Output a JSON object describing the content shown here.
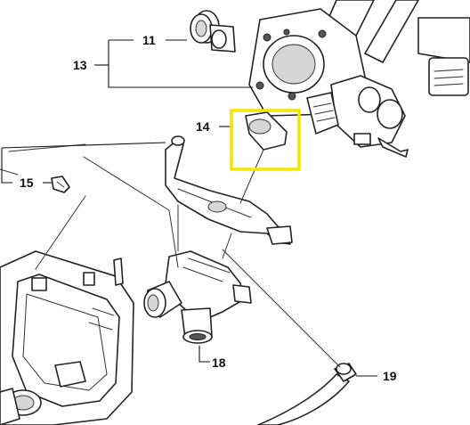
{
  "diagram": {
    "callouts": [
      {
        "id": "11",
        "label": "11"
      },
      {
        "id": "13",
        "label": "13"
      },
      {
        "id": "14",
        "label": "14"
      },
      {
        "id": "15",
        "label": "15"
      },
      {
        "id": "18",
        "label": "18"
      },
      {
        "id": "19",
        "label": "19"
      }
    ],
    "highlight": {
      "part": "14",
      "color": "#f2e600"
    },
    "line_color": "#111111",
    "background": "#ffffff"
  }
}
